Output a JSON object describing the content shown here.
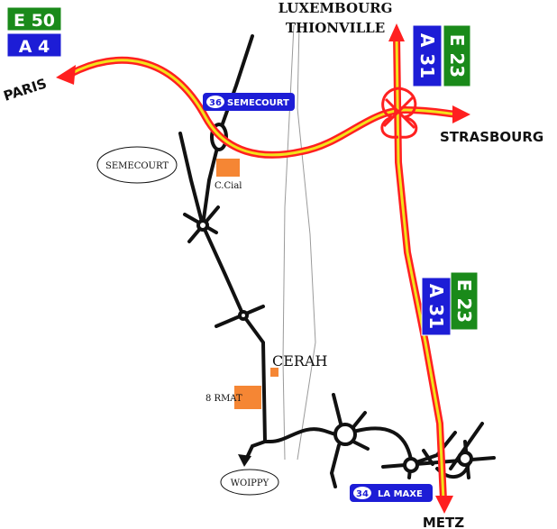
{
  "signs": {
    "e50": {
      "text": "E 50",
      "color": "#1a8a1a"
    },
    "a4": {
      "text": "A 4",
      "color": "#1d1dd6"
    },
    "e23_top": {
      "text": "E 23",
      "color": "#1a8a1a"
    },
    "a31_top": {
      "text": "A 31",
      "color": "#1d1dd6"
    },
    "e23_bottom": {
      "text": "E 23",
      "color": "#1a8a1a"
    },
    "a31_bottom": {
      "text": "A 31",
      "color": "#1d1dd6"
    }
  },
  "exits": {
    "semecourt": {
      "number": "36",
      "name": "SEMECOURT"
    },
    "la_maxe": {
      "number": "34",
      "name": "LA MAXE"
    }
  },
  "destinations": {
    "paris": "PARIS",
    "luxembourg": "LUXEMBOURG",
    "thionville": "THIONVILLE",
    "strasbourg": "STRASBOURG",
    "metz": "METZ"
  },
  "places": {
    "semecourt": "SEMECOURT",
    "woippy": "WOIPPY",
    "ccial": "C.Cial",
    "cerah": "CERAH",
    "rmat": "8 RMAT"
  },
  "colors": {
    "motorway_outer": "#ff2020",
    "motorway_inner": "#f2e21a",
    "road": "#111111",
    "poi": "#f58634",
    "exit_badge": "#1d1dd6"
  }
}
